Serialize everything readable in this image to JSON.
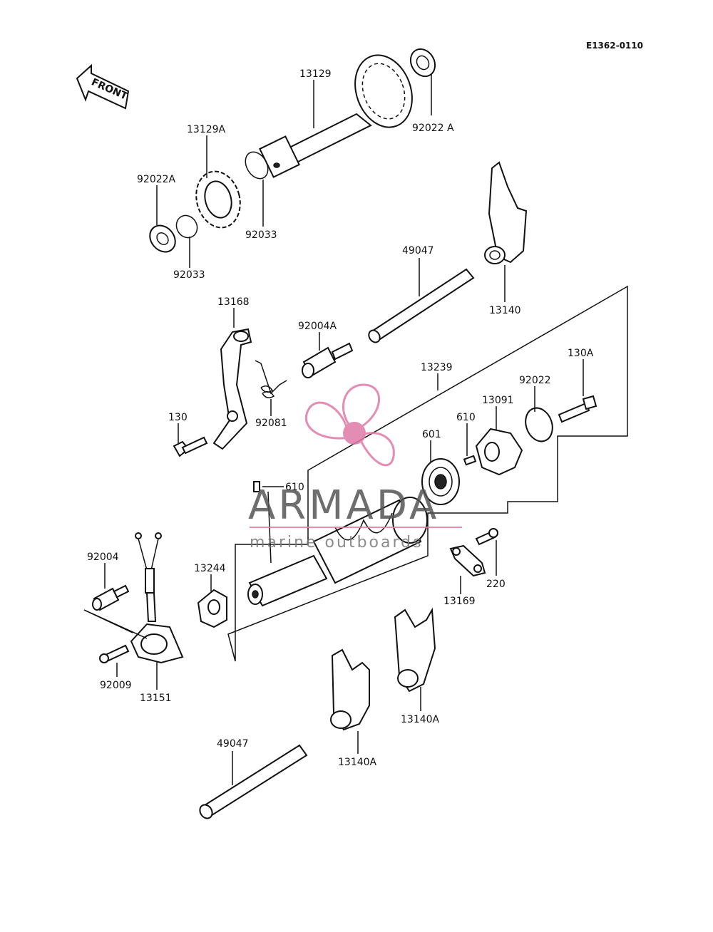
{
  "diagram_code": "E1362-0110",
  "front_label": "FRONT",
  "watermark": {
    "brand": "ARMADA",
    "tagline": "marine outboards",
    "logo_color": "#e07aa8"
  },
  "parts": [
    {
      "id": "p13129",
      "label": "13129"
    },
    {
      "id": "p92022A_top",
      "label": "92022 A"
    },
    {
      "id": "p13129A",
      "label": "13129A"
    },
    {
      "id": "p92022A_left",
      "label": "92022A"
    },
    {
      "id": "p92033_mid",
      "label": "92033"
    },
    {
      "id": "p92033_low",
      "label": "92033"
    },
    {
      "id": "p49047_top",
      "label": "49047"
    },
    {
      "id": "p13140",
      "label": "13140"
    },
    {
      "id": "p13168",
      "label": "13168"
    },
    {
      "id": "p92004A",
      "label": "92004A"
    },
    {
      "id": "p13239",
      "label": "13239"
    },
    {
      "id": "p92022",
      "label": "92022"
    },
    {
      "id": "p130A",
      "label": "130A"
    },
    {
      "id": "p13091",
      "label": "13091"
    },
    {
      "id": "p610_right",
      "label": "610"
    },
    {
      "id": "p601",
      "label": "601"
    },
    {
      "id": "p130",
      "label": "130"
    },
    {
      "id": "p92081",
      "label": "92081"
    },
    {
      "id": "p610_left",
      "label": "610"
    },
    {
      "id": "p92004",
      "label": "92004"
    },
    {
      "id": "p13244",
      "label": "13244"
    },
    {
      "id": "p220",
      "label": "220"
    },
    {
      "id": "p13169",
      "label": "13169"
    },
    {
      "id": "p92009",
      "label": "92009"
    },
    {
      "id": "p13151",
      "label": "13151"
    },
    {
      "id": "p13140A_right",
      "label": "13140A"
    },
    {
      "id": "p13140A_left",
      "label": "13140A"
    },
    {
      "id": "p49047_bottom",
      "label": "49047"
    }
  ]
}
